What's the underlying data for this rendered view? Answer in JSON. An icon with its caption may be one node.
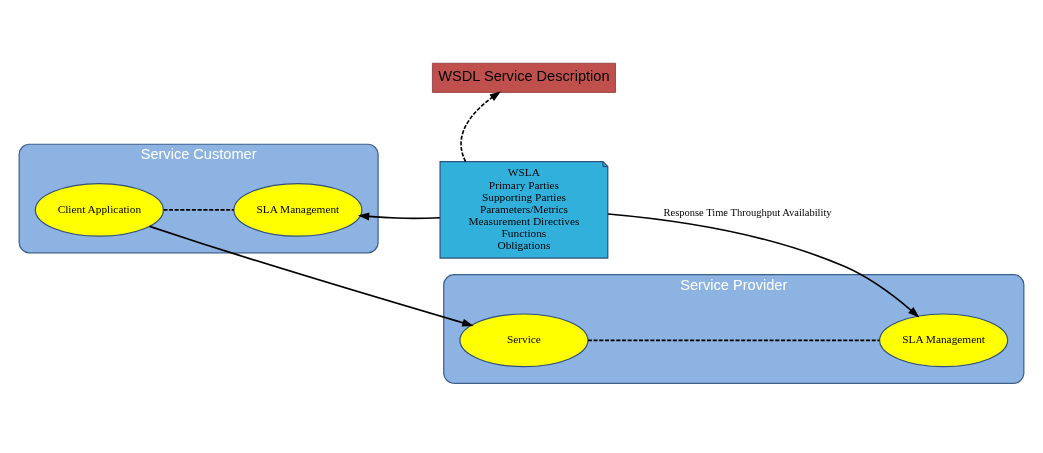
{
  "diagram": {
    "nodes": [
      {
        "text": [
          "Service Customer"
        ]
      },
      {
        "text": [
          "Client Application"
        ],
        "in": 0
      },
      {
        "text": [
          "SLA Management"
        ],
        "in": 0
      },
      {
        "text": [
          "Service Provider"
        ]
      },
      {
        "text": [
          "Service"
        ],
        "in": 3
      },
      {
        "text": [
          "SLA Management"
        ],
        "in": 3
      },
      {
        "text": [
          "WSDL Service Description"
        ]
      },
      {
        "text": [
          "WSLA",
          "Primary Parties",
          "Supporting Parties",
          "Parameters/Metrics",
          "Measurement Directives",
          "Functions",
          "Obligations"
        ]
      }
    ],
    "edges": [
      {
        "from": 1,
        "to": 4,
        "arrow": "to"
      },
      {
        "from": 1,
        "to": 2,
        "arrow": "none",
        "style": "dashed"
      },
      {
        "from": 4,
        "to": 5,
        "arrow": "none",
        "style": "dashed"
      },
      {
        "from": 7,
        "to": 6,
        "arrow": "to",
        "style": "dashed"
      },
      {
        "from": 7,
        "to": 2,
        "arrow": "to"
      },
      {
        "from": 7,
        "to": 5,
        "arrow": "to",
        "label": "Response Time Throughput Availability"
      }
    ]
  }
}
